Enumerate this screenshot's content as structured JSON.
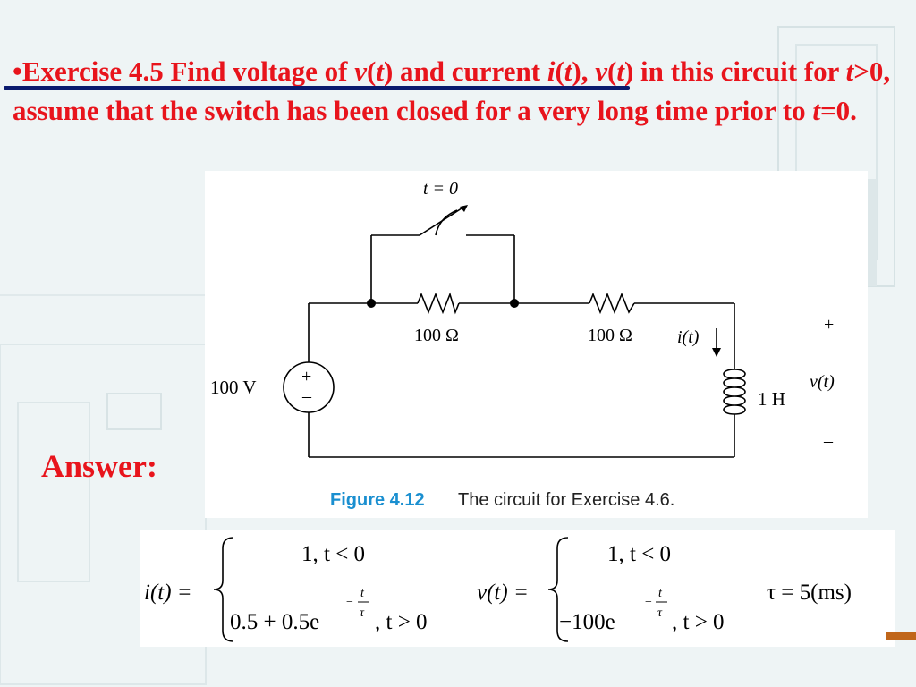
{
  "slide": {
    "title_parts": {
      "bullet": "•",
      "p1": "Exercise 4.5 Find voltage of ",
      "v1": "v",
      "p2": "(",
      "t1": "t",
      "p3": ") and current ",
      "i1": "i",
      "p4": "(",
      "t2": "t",
      "p5": "), ",
      "v2": "v",
      "p6": "(",
      "t3": "t",
      "p7": ") in this circuit for ",
      "t4": "t",
      "p8": ">0, assume that the switch has been closed for a very long time prior to ",
      "t5": "t",
      "p9": "=0."
    },
    "answer_label": "Answer:",
    "colors": {
      "title": "#e8141c",
      "underline": "#0a1a6e",
      "figure_caption": "#1a8fd0"
    }
  },
  "figure": {
    "switch_label": "t = 0",
    "r1_label": "100 Ω",
    "r2_label": "100 Ω",
    "source_label": "100 V",
    "source_plus": "+",
    "source_minus": "–",
    "current_label": "i(t)",
    "inductor_label": "1 H",
    "voltage_label": "v(t)",
    "voltage_plus": "+",
    "voltage_minus": "–",
    "caption_num": "Figure 4.12",
    "caption_text": "The circuit for Exercise 4.6."
  },
  "equations": {
    "i_lhs": "i(t) =",
    "i_case1": "1, t < 0",
    "i_case2_base": "0.5 + 0.5e",
    "i_case2_exp_minus": "−",
    "i_case2_exp_num": "t",
    "i_case2_exp_den": "τ",
    "i_case2_cond": ", t > 0",
    "v_lhs": "v(t) =",
    "v_case1": "1, t < 0",
    "v_case2_base": "−100e",
    "v_case2_exp_minus": "−",
    "v_case2_exp_num": "t",
    "v_case2_exp_den": "τ",
    "v_case2_cond": ", t > 0",
    "tau": "τ = 5(ms)"
  }
}
